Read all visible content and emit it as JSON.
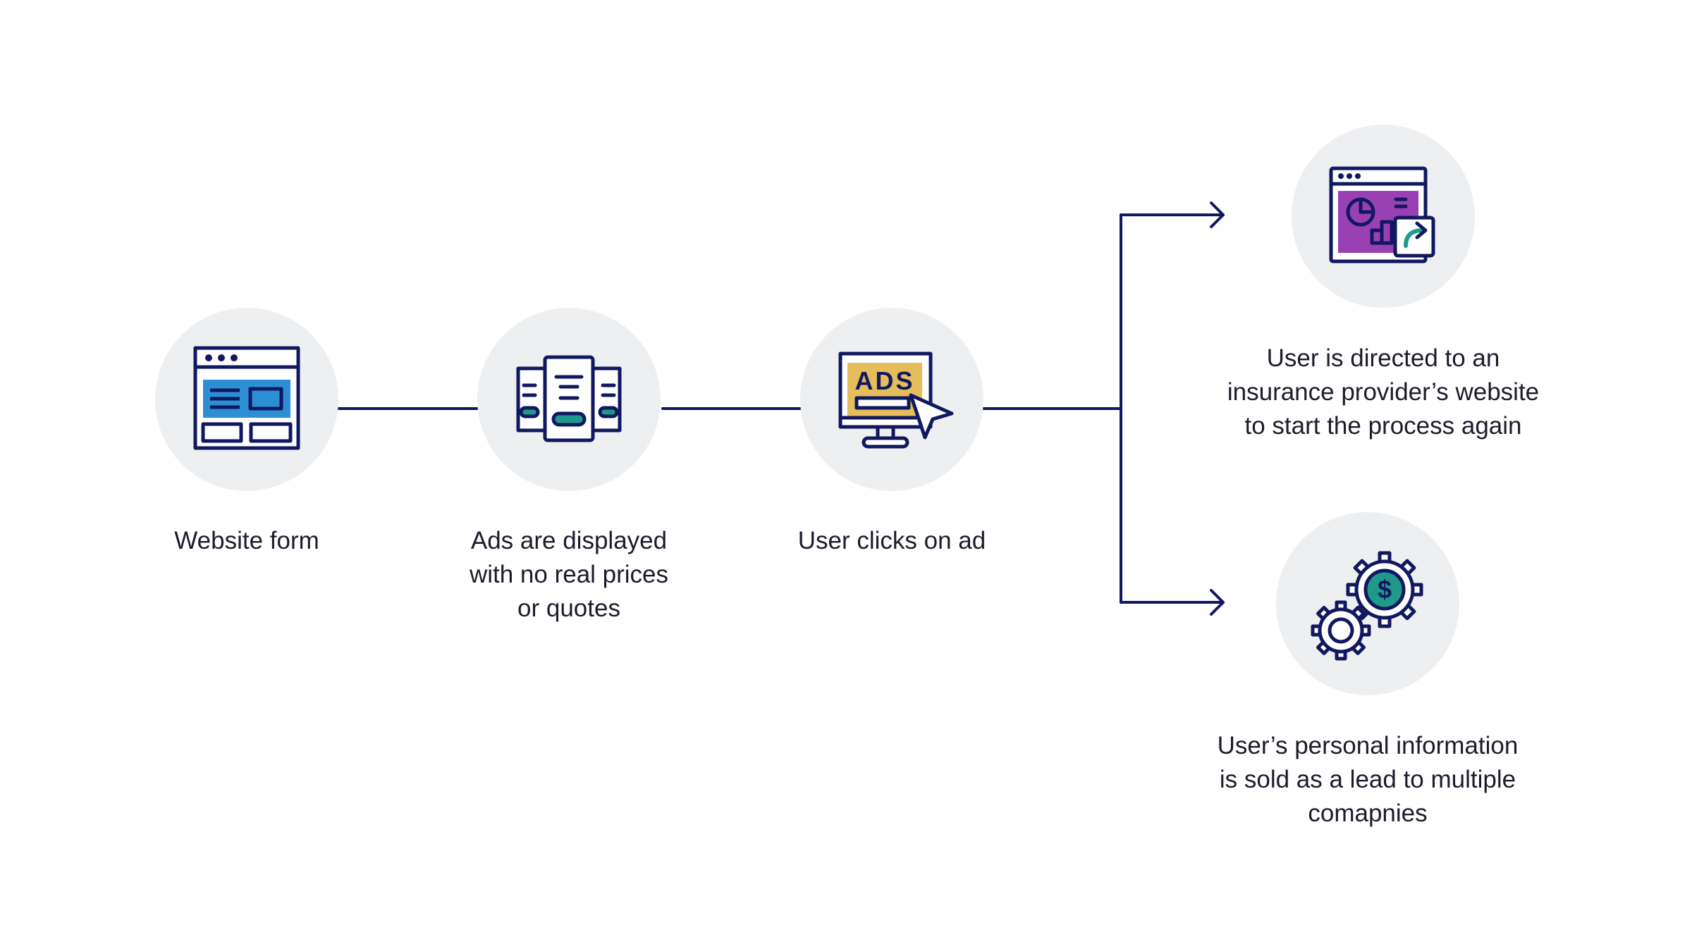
{
  "colors": {
    "line": "#101860",
    "circle_bg": "#eeeff1",
    "icon_stroke": "#101860",
    "icon_blue": "#2d8fd3",
    "icon_yellow": "#e5bd5a",
    "icon_purple": "#9a40b5",
    "icon_teal": "#1f9a8a"
  },
  "steps": [
    {
      "icon": "website-form-icon",
      "lines": [
        "Website form"
      ]
    },
    {
      "icon": "ad-cards-icon",
      "lines": [
        "Ads are displayed",
        "with no real prices",
        "or quotes"
      ]
    },
    {
      "icon": "monitor-ads-click-icon",
      "lines": [
        "User clicks on ad"
      ]
    }
  ],
  "ads_text": "ADS",
  "outcomes": [
    {
      "icon": "website-redirect-icon",
      "lines": [
        "User is directed to an",
        "insurance provider’s website",
        "to start the process again"
      ]
    },
    {
      "icon": "gears-dollar-icon",
      "lines": [
        "User’s personal information",
        "is sold as a lead to multiple",
        "comapnies"
      ]
    }
  ],
  "dollar_sign": "$"
}
